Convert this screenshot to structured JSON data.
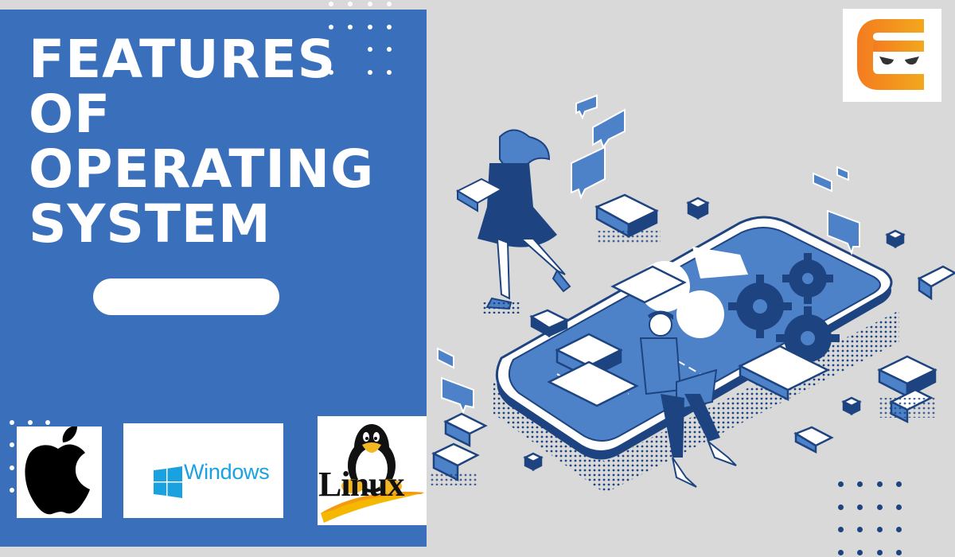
{
  "banner": {
    "title_lines": [
      "FEATURES",
      "OF",
      "OPERATING",
      "SYSTEM"
    ],
    "cta_pill_label": ""
  },
  "os_logos": [
    {
      "name": "Apple",
      "label": ""
    },
    {
      "name": "Windows",
      "label": "Windows"
    },
    {
      "name": "Linux",
      "label": "Linux"
    }
  ],
  "brand_logo": {
    "name": "Coding Ninjas",
    "icon": "c-ninja-icon"
  },
  "colors": {
    "panel_blue": "#3a70bb",
    "background_gray": "#d9d9d9",
    "navy": "#1d4480",
    "mid_blue": "#4d82c8",
    "windows_blue": "#1aa2e0",
    "brand_orange_start": "#f47b20",
    "brand_orange_end": "#f2a81d"
  },
  "illustration": {
    "description": "Isometric illustration of a smartphone with gears, a woman carrying a laptop and a man using a laptop",
    "icons": [
      "smartphone-icon",
      "gear-icon",
      "chat-bubble-icon",
      "cube-icon",
      "person-woman-icon",
      "person-man-laptop-icon"
    ]
  }
}
